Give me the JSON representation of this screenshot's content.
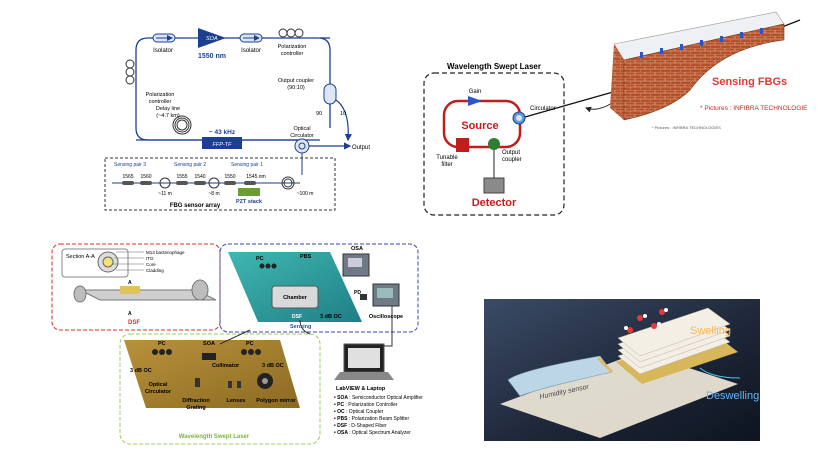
{
  "ring_laser": {
    "isolator_left": "Isolator",
    "isolator_right": "Isolator",
    "soa": "SOA",
    "soa_wavelength": "1550 nm",
    "pc_top_1": "Polarization",
    "pc_top_2": "controller",
    "pc_left_1": "Polarization",
    "pc_left_2": "controller",
    "delay_1": "Delay line",
    "delay_2": "(~4.7 km)",
    "coupler_1": "Output coupler",
    "coupler_2": "(90:10)",
    "port_90": "90",
    "port_10": "10",
    "freq": "~ 43 kHz",
    "fpf": "FFP-TF",
    "circ_1": "Optical",
    "circ_2": "Circulator",
    "output": "Output",
    "pair3": "Sensing pair 3",
    "pair2": "Sensing pair 2",
    "pair1": "Sensing pair 1",
    "w1": "1565",
    "w2": "1560",
    "w3": "1555",
    "w4": "1540",
    "w5": "1550",
    "w6": "1545 nm",
    "d1": "~11 m",
    "d2": "~8 m",
    "d3": "~100 m",
    "pzt": "PZT stack",
    "array": "FBG sensor array"
  },
  "swept_laser": {
    "title": "Wavelength Swept Laser",
    "gain": "Gain",
    "source": "Source",
    "circulator": "Circulator",
    "filter_1": "Tunable",
    "filter_2": "filter",
    "coupler_1": "Output",
    "coupler_2": "coupler",
    "detector": "Detector"
  },
  "bridge": {
    "label": "Sensing FBGs",
    "credit_main": "* Pictures : INFIBRA TECHNOLOGIE",
    "credit_small": "* Pictures : INFIBRA TECHNOLOGIES"
  },
  "dsf_setup": {
    "section": "Section A-A",
    "m13": "M13 bacteriophage",
    "ito": "ITO",
    "core": "Core",
    "cladding": "Cladding",
    "a_top": "A",
    "a_bot": "A",
    "dsf_red": "DSF",
    "pc1": "PC",
    "pbs": "PBS",
    "osa": "OSA",
    "chamber": "Chamber",
    "dsf": "DSF",
    "oc3db": "3 dB OC",
    "sensing": "Sensing",
    "pd": "PD",
    "scope": "Oscilloscope",
    "pc_a": "PC",
    "soa": "SOA",
    "pc_b": "PC",
    "collimator": "Collimator",
    "oc_left": "3 dB OC",
    "oc_right": "3 dB OC",
    "circ_1": "Optical",
    "circ_2": "Circulator",
    "grating_1": "Diffraction",
    "grating_2": "Grating",
    "lenses": "Lenses",
    "polygon": "Polygon mirror",
    "wsl": "Wavelength Swept Laser",
    "labview": "LabVIEW & Laptop",
    "legend": [
      {
        "k": "SOA",
        "v": ": Semiconductor Optical Amplifier"
      },
      {
        "k": "PC",
        "v": ": Polarization Controller"
      },
      {
        "k": "OC",
        "v": ": Optical Coupler"
      },
      {
        "k": "PBS",
        "v": ": Polarization Beam Splitter"
      },
      {
        "k": "DSF",
        "v": ": D-Shaped Fiber"
      },
      {
        "k": "OSA",
        "v": ": Optical Spectrum Analyzer"
      }
    ]
  },
  "humidity": {
    "swelling": "Swelling",
    "deswelling": "Deswelling",
    "sensor": "Humidity sensor"
  }
}
